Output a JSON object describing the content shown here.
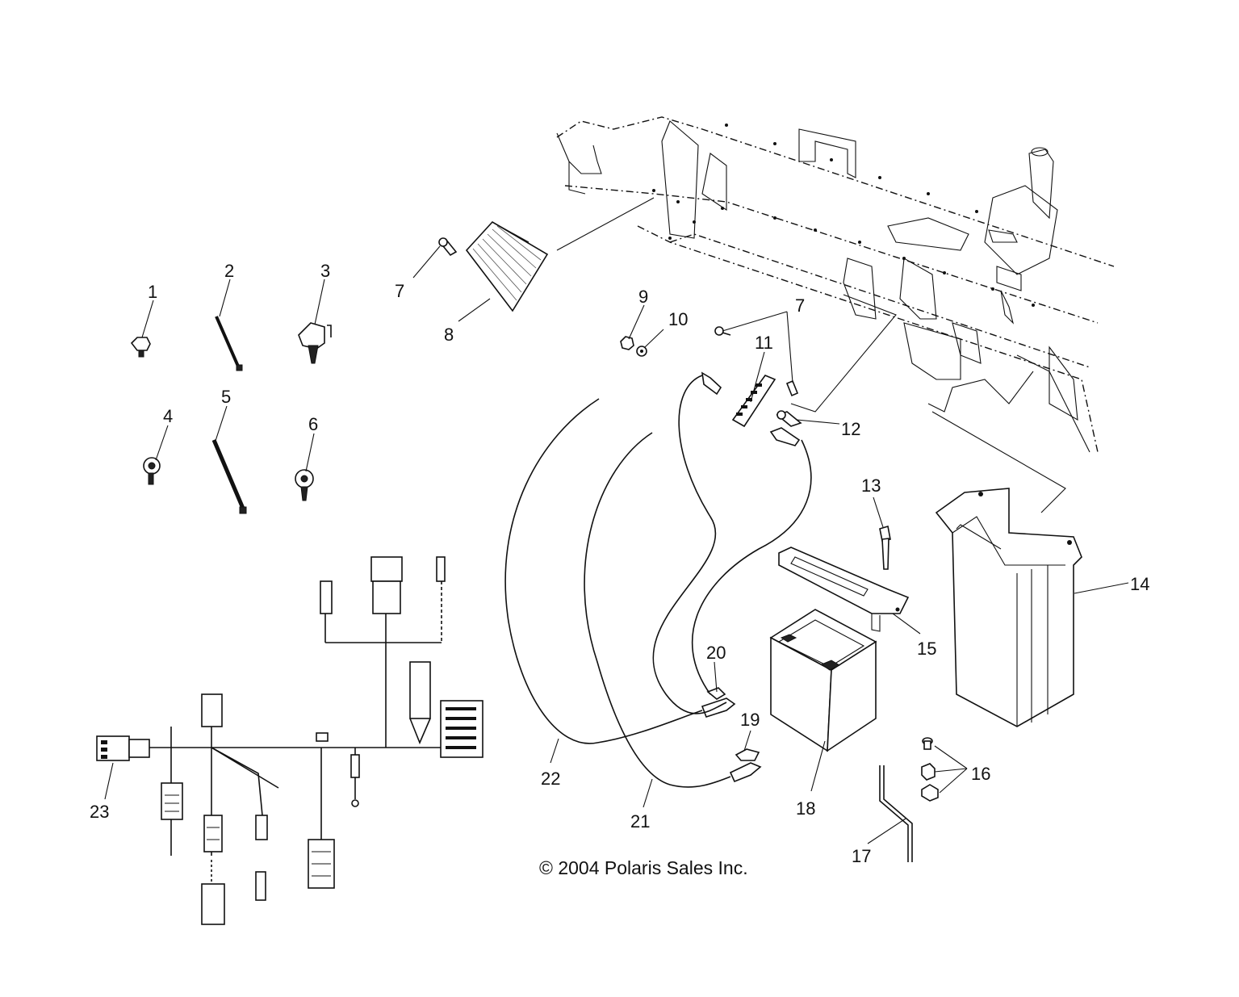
{
  "diagram": {
    "copyright": "© 2004 Polaris Sales Inc.",
    "callouts": {
      "c1": "1",
      "c2": "2",
      "c3": "3",
      "c4": "4",
      "c5": "5",
      "c6": "6",
      "c7a": "7",
      "c7b": "7",
      "c8": "8",
      "c9": "9",
      "c10": "10",
      "c11": "11",
      "c12": "12",
      "c13": "13",
      "c14": "14",
      "c15": "15",
      "c16": "16",
      "c17": "17",
      "c18": "18",
      "c19": "19",
      "c20": "20",
      "c21": "21",
      "c22": "22",
      "c23": "23"
    }
  }
}
